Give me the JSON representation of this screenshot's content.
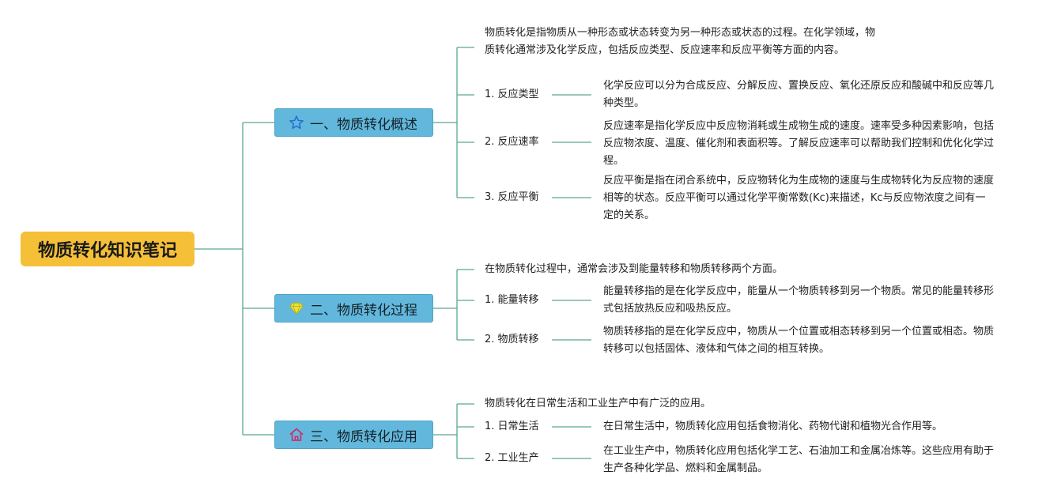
{
  "root": {
    "title": "物质转化知识笔记"
  },
  "branches": [
    {
      "label": "一、物质转化概述",
      "icon": "star-icon",
      "intro": "物质转化是指物质从一种形态或状态转变为另一种形态或状态的过程。在化学领域，物质转化通常涉及化学反应，包括反应类型、反应速率和反应平衡等方面的内容。",
      "items": [
        {
          "label": "1. 反应类型",
          "desc": "化学反应可以分为合成反应、分解反应、置换反应、氧化还原反应和酸碱中和反应等几种类型。"
        },
        {
          "label": "2. 反应速率",
          "desc": "反应速率是指化学反应中反应物消耗或生成物生成的速度。速率受多种因素影响，包括反应物浓度、温度、催化剂和表面积等。了解反应速率可以帮助我们控制和优化化学过程。"
        },
        {
          "label": "3. 反应平衡",
          "desc": "反应平衡是指在闭合系统中，反应物转化为生成物的速度与生成物转化为反应物的速度相等的状态。反应平衡可以通过化学平衡常数(Kc)来描述，Kc与反应物浓度之间有一定的关系。"
        }
      ]
    },
    {
      "label": "二、物质转化过程",
      "icon": "diamond-icon",
      "intro": "在物质转化过程中，通常会涉及到能量转移和物质转移两个方面。",
      "items": [
        {
          "label": "1. 能量转移",
          "desc": "能量转移指的是在化学反应中，能量从一个物质转移到另一个物质。常见的能量转移形式包括放热反应和吸热反应。"
        },
        {
          "label": "2. 物质转移",
          "desc": "物质转移指的是在化学反应中，物质从一个位置或相态转移到另一个位置或相态。物质转移可以包括固体、液体和气体之间的相互转换。"
        }
      ]
    },
    {
      "label": "三、物质转化应用",
      "icon": "house-icon",
      "intro": "物质转化在日常生活和工业生产中有广泛的应用。",
      "items": [
        {
          "label": "1. 日常生活",
          "desc": "在日常生活中，物质转化应用包括食物消化、药物代谢和植物光合作用等。"
        },
        {
          "label": "2. 工业生产",
          "desc": "在工业生产中，物质转化应用包括化学工艺、石油加工和金属冶炼等。这些应用有助于生产各种化学品、燃料和金属制品。"
        }
      ]
    }
  ],
  "colors": {
    "root_fill": "#f5c037",
    "branch_fill": "#62b8dc",
    "connector": "#5aa88e"
  }
}
